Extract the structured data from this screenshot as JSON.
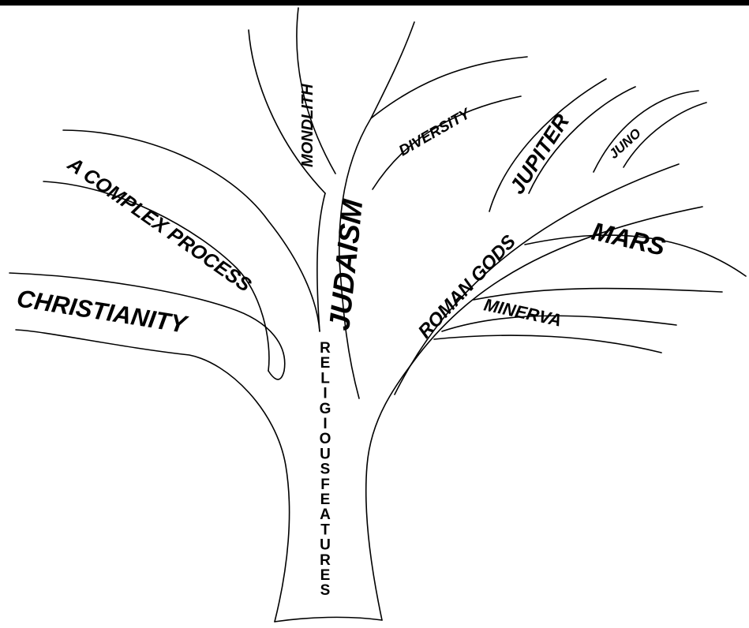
{
  "diagram": {
    "trunk": {
      "label": "RELIGIOUSFEATURES"
    },
    "branches": {
      "christianity": "CHRISTIANITY",
      "complex_process": "A COMPLEX PROCESS",
      "mondlith": "MONDLITH",
      "judaism": "JUDAISM",
      "diversity": "DIVERSITY",
      "jupiter": "JUPITER",
      "juno": "JUNO",
      "roman_gods": "ROMAN GODS",
      "mars": "MARS",
      "minerva": "MINERVA"
    }
  }
}
